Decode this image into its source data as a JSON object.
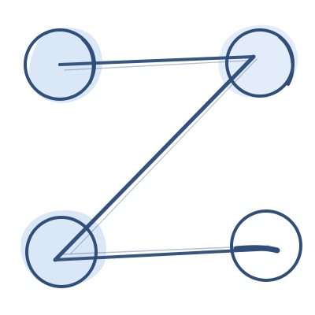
{
  "pattern_lock": {
    "points": [
      {
        "id": "point-top-left",
        "selected": true
      },
      {
        "id": "point-top-right",
        "selected": true
      },
      {
        "id": "point-bottom-left",
        "selected": true
      },
      {
        "id": "point-bottom-right",
        "selected": false
      }
    ],
    "path_order": [
      "point-top-left",
      "point-top-right",
      "point-bottom-left",
      "point-bottom-right"
    ]
  },
  "colors": {
    "stroke": "#2f4f7a",
    "fill": "#d7e6f7",
    "fill_soft": "#e7f0fb",
    "background": "#ffffff"
  }
}
